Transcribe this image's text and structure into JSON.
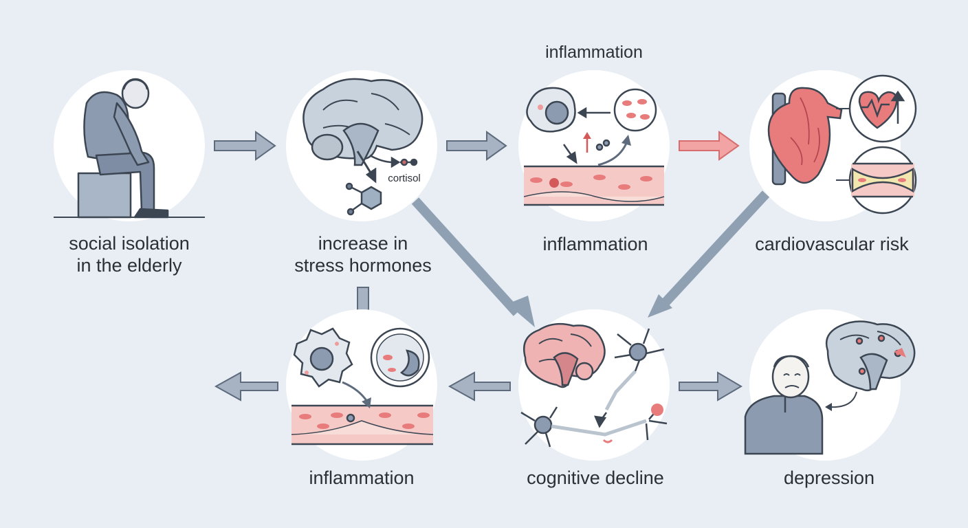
{
  "diagram": {
    "nodes": {
      "social_isolation": {
        "label": "social isolation\nin the elderly"
      },
      "stress_hormones": {
        "label": "increase in\nstress hormones",
        "annotation": "cortisol"
      },
      "inflammation_top": {
        "label": "inflammation",
        "heading": "inflammation"
      },
      "cardiovascular": {
        "label": "cardiovascular risk"
      },
      "inflammation_bottom": {
        "label": "inflammation"
      },
      "cognitive_decline": {
        "label": "cognitive decline"
      },
      "depression": {
        "label": "depression"
      }
    },
    "colors": {
      "background": "#e8eef4",
      "circle": "#ffffff",
      "arrow": "#8fa0b3",
      "arrow_highlight": "#ef9c9c",
      "figure": "#8d9bb1",
      "vessel": "#f5c9c6",
      "heart": "#e87c7c",
      "brain": "#f0b3b3"
    },
    "icons": [
      "elderly-person-icon",
      "brain-icon",
      "molecule-icon",
      "immune-cell-icon",
      "blood-vessel-icon",
      "heart-icon",
      "heartbeat-icon",
      "neuron-icon",
      "sad-person-icon"
    ]
  }
}
